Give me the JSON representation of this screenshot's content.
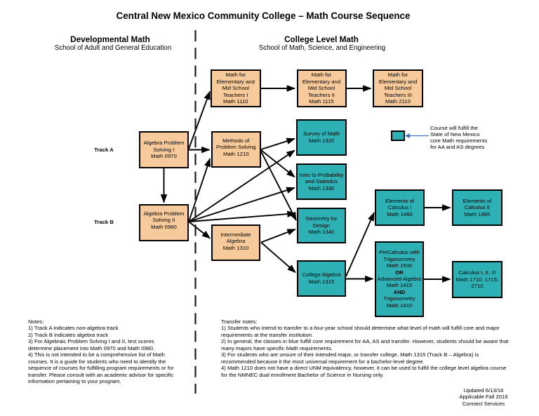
{
  "title": "Central New Mexico Community College – Math Course Sequence",
  "sections": {
    "developmental": {
      "heading": "Developmental Math",
      "subheading": "School of Adult and General Education"
    },
    "college": {
      "heading": "College Level Math",
      "subheading": "School of Math, Science, and Engineering"
    }
  },
  "track_labels": {
    "track_a": "Track A",
    "track_b": "Track B"
  },
  "nodes": {
    "math0970": {
      "text": "Algebra Problem\nSolving I\nMath 0970",
      "type": "developmental"
    },
    "math0980": {
      "text": "Algebra Problem\nSolving II\nMath 0980",
      "type": "developmental"
    },
    "math1110": {
      "text": "Math for\nElementary and\nMid School\nTeachers I\nMath 1110",
      "type": "college"
    },
    "math1115": {
      "text": "Math for\nElementary and\nMid School\nTeachers II\nMath 1115",
      "type": "college"
    },
    "math2110": {
      "text": "Math for\nElementary and\nMid School\nTeachers III\nMath 2110",
      "type": "college"
    },
    "math1210": {
      "text": "Methods of\nProblem Solving\nMath 1210",
      "type": "college"
    },
    "math1310": {
      "text": "Intermediate\nAlgebra\nMath 1310",
      "type": "college"
    },
    "math1320": {
      "text": "Survey of Math\nMath 1320",
      "type": "core"
    },
    "math1330": {
      "text": "Intro to Probability\nand Statistics\nMath 1330",
      "type": "core"
    },
    "math1340": {
      "text": "Geometry for\nDesign\nMath 1340",
      "type": "core"
    },
    "math1315": {
      "text": "College Algebra\nMath 1315",
      "type": "core"
    },
    "math1460": {
      "text": "Elements of\nCalculus I\nMath 1460",
      "type": "core"
    },
    "math1465": {
      "text": "Elements of\nCalculus II\nMath 1465",
      "type": "core"
    },
    "precalc": {
      "seg1": "PreCalculus with\nTrigonometry\nMath 1530",
      "or": "OR",
      "seg2": "Advanced Algebra\nMath 1415",
      "and": "AND",
      "seg3": "Trigonometry\nMath 1410",
      "type": "core"
    },
    "calc123": {
      "text": "Calculus I, II, III\nMath 1710, 1715,\n2710",
      "type": "core"
    }
  },
  "edges": [
    {
      "from": "Math 1110",
      "to": "Math 1115"
    },
    {
      "from": "Math 1115",
      "to": "Math 2110"
    },
    {
      "from": "Math 0970",
      "to": "Math 1110"
    },
    {
      "from": "Math 0970",
      "to": "Math 1210"
    },
    {
      "from": "Math 0970",
      "to": "Math 0980"
    },
    {
      "from": "Math 0980",
      "to": "Math 1210"
    },
    {
      "from": "Math 0980",
      "to": "Math 1320"
    },
    {
      "from": "Math 0980",
      "to": "Math 1330"
    },
    {
      "from": "Math 0980",
      "to": "Math 1340"
    },
    {
      "from": "Math 0980",
      "to": "Math 1310"
    },
    {
      "from": "Math 1210",
      "to": "Math 1320"
    },
    {
      "from": "Math 1210",
      "to": "Math 1330"
    },
    {
      "from": "Math 1210",
      "to": "Math 1340"
    },
    {
      "from": "Math 1310",
      "to": "Math 1340"
    },
    {
      "from": "Math 1310",
      "to": "Math 1315"
    },
    {
      "from": "Math 1315",
      "to": "Math 1460"
    },
    {
      "from": "Math 1315",
      "to": "PreCalculus/Advanced Algebra"
    },
    {
      "from": "Math 1460",
      "to": "Math 1465"
    },
    {
      "from": "PreCalculus/Advanced Algebra",
      "to": "Calculus I, II, III"
    }
  ],
  "legend": {
    "text": "Course will fulfill the\nState of New Mexico\ncore Math requirements\nfor AA and AS degrees"
  },
  "notes": "Notes:\n1) Track A indicates non-algebra track\n2) Track B indicates algebra track\n3) For Algebraic Problem Solving I and II, test scores\ndetermine placement into Math 0970 and Math 0980.\n4) This is not intended to be a comprehensive list of Math\ncourses. It is a guide for students who need to identify the\nsequence of courses for fulfilling program requirements or for\ntransfer. Please consult with an academic advisor for specific\ninformation pertaining to your program.",
  "transfer_notes": "Transfer notes:\n1) Students who intend to transfer to a four-year school should determine what level of math will fulfill core and major\nrequirements at the transfer institution.\n2) In general, the classes in blue fulfill core requirement for AA, AS and transfer. However, students should be aware that\nmany majors have specific Math requirements.\n3) For students who are unsure of their intended major, or transfer college, Math 1315 (Track B – Algebra) is\nrecommended because it the most universal requirement for a bachelor-level degree.\n4) Math 1210 does not have a direct UNM equivalency, however, it can be used to fulfill the college level algebra course\nfor the NMNEC dual enrollment Bachelor of Science in Nursing only.",
  "footer": "Updated 6/13/16\nApplicable Fall 2016\nConnect Services",
  "colors": {
    "developmental_fill": "#f7ca9c",
    "core_fill": "#2db1b5",
    "border": "#000000",
    "legend_arrow": "#4472c4"
  }
}
